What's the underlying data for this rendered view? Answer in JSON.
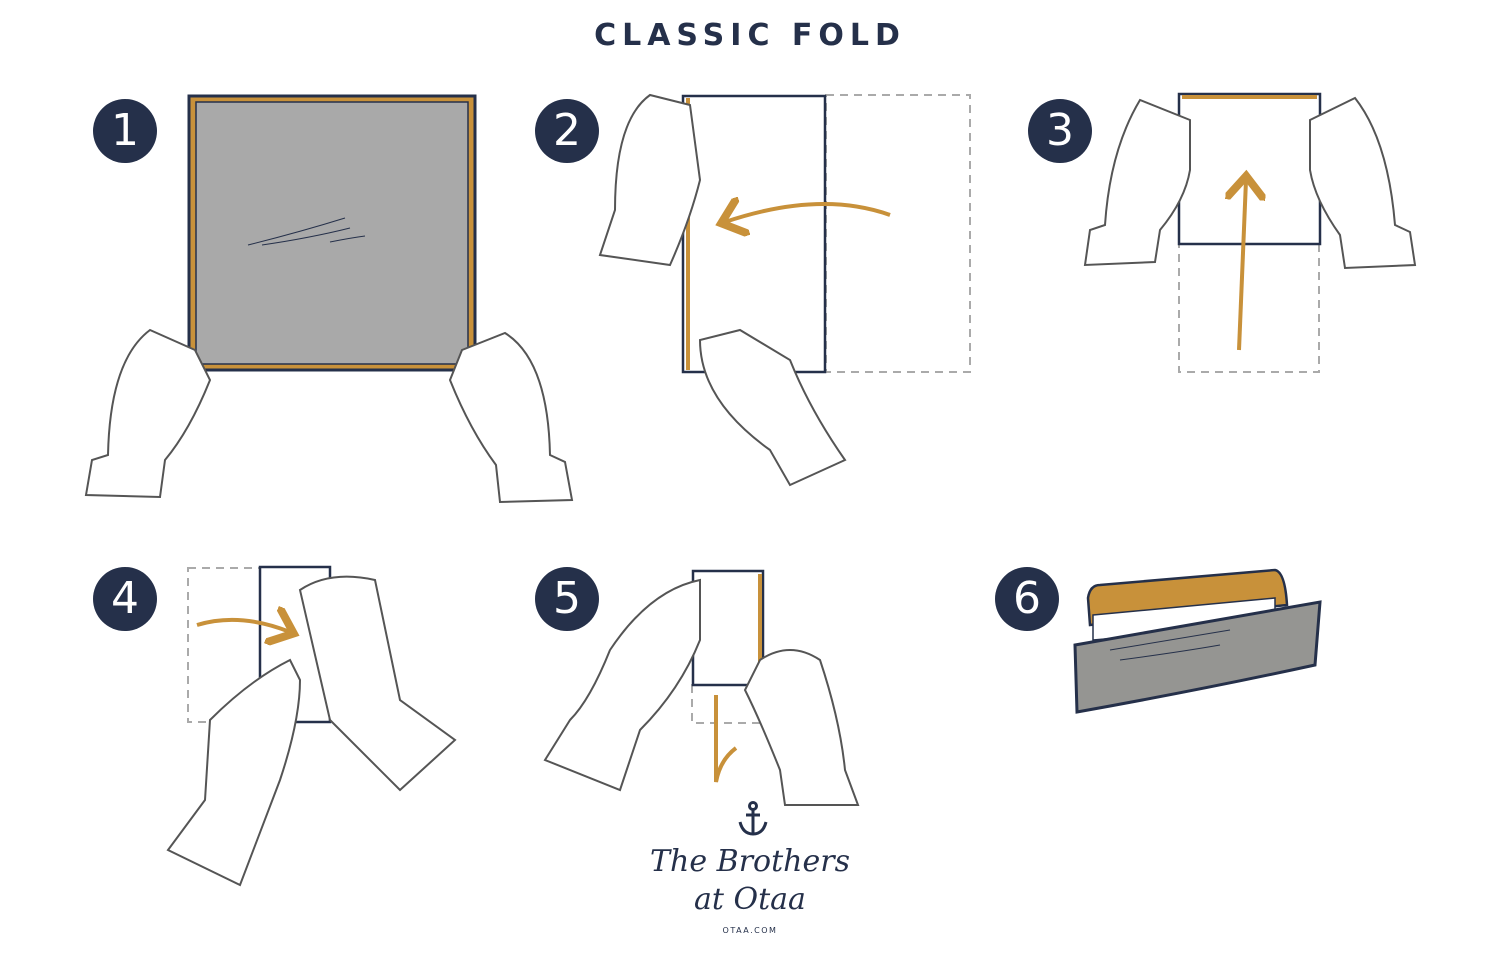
{
  "title": "CLASSIC FOLD",
  "steps": [
    {
      "number": "1"
    },
    {
      "number": "2"
    },
    {
      "number": "3"
    },
    {
      "number": "4"
    },
    {
      "number": "5"
    },
    {
      "number": "6"
    }
  ],
  "logo": {
    "line1": "The Brothers",
    "line2": "at Otaa",
    "url": "OTAA.COM"
  },
  "colors": {
    "navy": "#25304a",
    "gold": "#c8913a",
    "fabric": "#a9a9a9",
    "pocket": "#959592"
  }
}
